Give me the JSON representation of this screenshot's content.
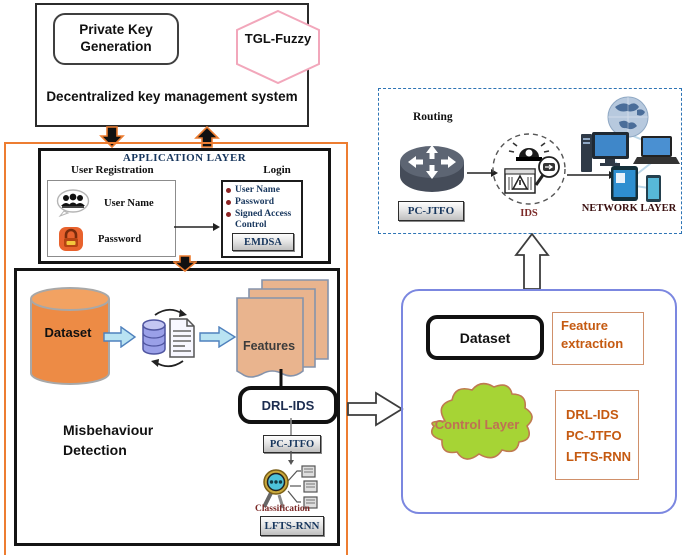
{
  "colors": {
    "orange_border": "#ed7d31",
    "rust_text": "#c55a11",
    "navy_text": "#17365d",
    "dark_red_text": "#7b2927",
    "dashed_blue": "#2e74b5",
    "periwinkle_border": "#7b87e0",
    "cloud_green": "#a6d435",
    "pink_hexagon": "#f2a7bb",
    "dataset_cylinder": "#ed8b45",
    "features_pages": "#e9b48e"
  },
  "key_management": {
    "private_key": "Private Key Generation",
    "tgl_fuzzy": "TGL-Fuzzy",
    "caption": "Decentralized key management system"
  },
  "application_layer": {
    "title": "APPLICATION LAYER",
    "registration": {
      "title": "User Registration",
      "fields": [
        "User Name",
        "Password"
      ]
    },
    "login": {
      "title": "Login",
      "items": [
        "User Name",
        "Password",
        "Signed Access Control"
      ],
      "button": "EMDSA"
    }
  },
  "misbehaviour": {
    "dataset": "Dataset",
    "features": "Features",
    "drl_ids": "DRL-IDS",
    "pc_jtfo": "PC-JTFO",
    "classification": "Classification",
    "lfts_rnn": "LFTS-RNN",
    "label1": "Misbehaviour",
    "label2": "Detection"
  },
  "network_layer_box": {
    "routing": "Routing",
    "pc_jtfo": "PC-JTFO",
    "ids": "IDS",
    "network_layer": "NETWORK LAYER"
  },
  "control_layer_box": {
    "dataset": "Dataset",
    "feature_extraction": "Feature extraction",
    "cloud": "Control Layer",
    "algorithms": [
      "DRL-IDS",
      "PC-JTFO",
      "LFTS-RNN"
    ]
  }
}
